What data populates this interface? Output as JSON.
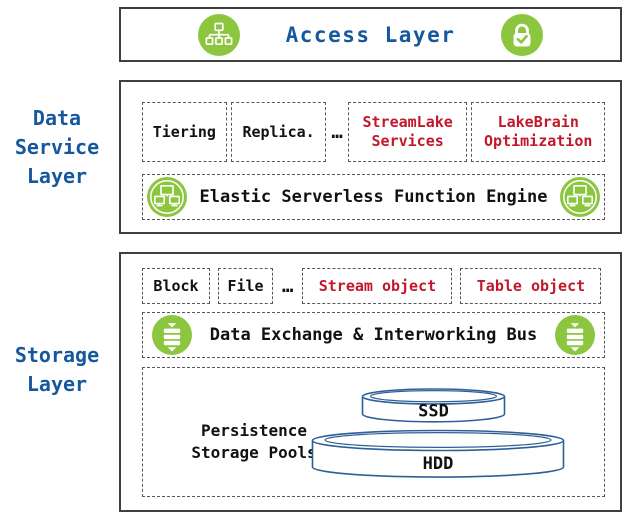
{
  "colors": {
    "green": "#8CC63F",
    "red": "#C2182B",
    "blue": "#16589E",
    "text": "#111111",
    "outer_border": "#3F3F3F",
    "dashed_border": "#595959",
    "cylinder_outline": "#2E6098"
  },
  "access_layer": {
    "title": "Access Layer",
    "left_icon": "network-topology-icon",
    "right_icon": "padlock-check-icon"
  },
  "data_service_layer": {
    "label": "Data Service Layer",
    "modules": [
      {
        "label": "Tiering",
        "accent": "black"
      },
      {
        "label": "Replica.",
        "accent": "black"
      },
      {
        "label": "StreamLake Services",
        "accent": "red"
      },
      {
        "label": "LakeBrain Optimization",
        "accent": "red"
      }
    ],
    "ellipsis": "…",
    "engine_label": "Elastic Serverless Function Engine",
    "engine_icon": "compute-cluster-icon"
  },
  "storage_layer": {
    "label": "Storage Layer",
    "interfaces": [
      {
        "label": "Block",
        "accent": "black"
      },
      {
        "label": "File",
        "accent": "black"
      },
      {
        "label": "Stream object",
        "accent": "red"
      },
      {
        "label": "Table object",
        "accent": "red"
      }
    ],
    "ellipsis": "…",
    "bus_label": "Data Exchange & Interworking Bus",
    "bus_icon": "exchange-bus-icon",
    "pools": {
      "label": "Persistence Storage Pools",
      "disks": [
        "SSD",
        "HDD"
      ]
    }
  }
}
